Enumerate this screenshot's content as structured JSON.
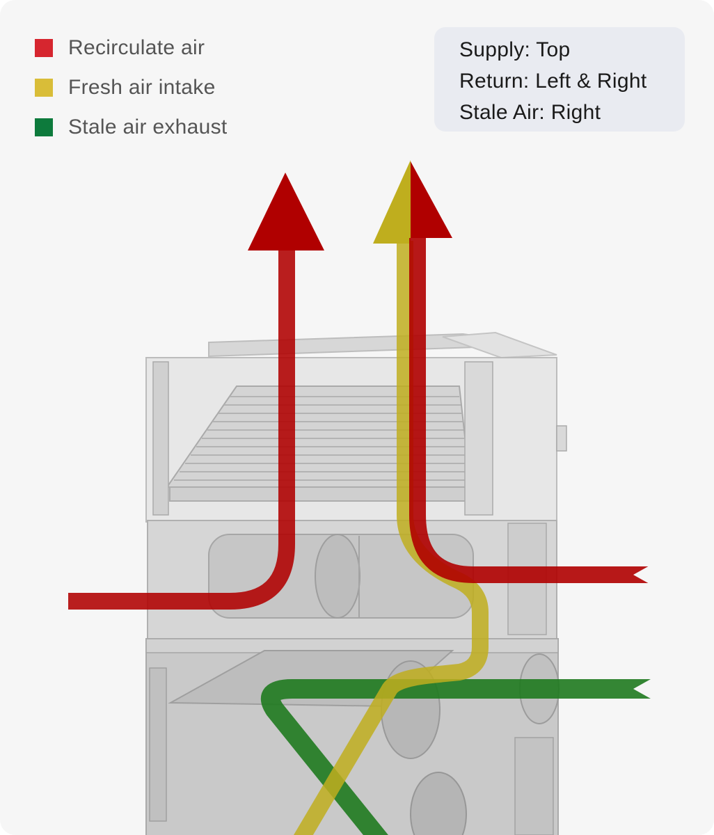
{
  "legend": {
    "items": [
      {
        "label": "Recirculate air",
        "color": "#d6262f"
      },
      {
        "label": "Fresh air intake",
        "color": "#d9bd38"
      },
      {
        "label": "Stale air exhaust",
        "color": "#0d7a3c"
      }
    ]
  },
  "info": {
    "lines": [
      "Supply: Top",
      "Return: Left & Right",
      "Stale Air: Right"
    ]
  },
  "flow_colors": {
    "recirculate": "#b00000",
    "fresh": "#bfae1e",
    "exhaust": "#1f7a1f"
  }
}
